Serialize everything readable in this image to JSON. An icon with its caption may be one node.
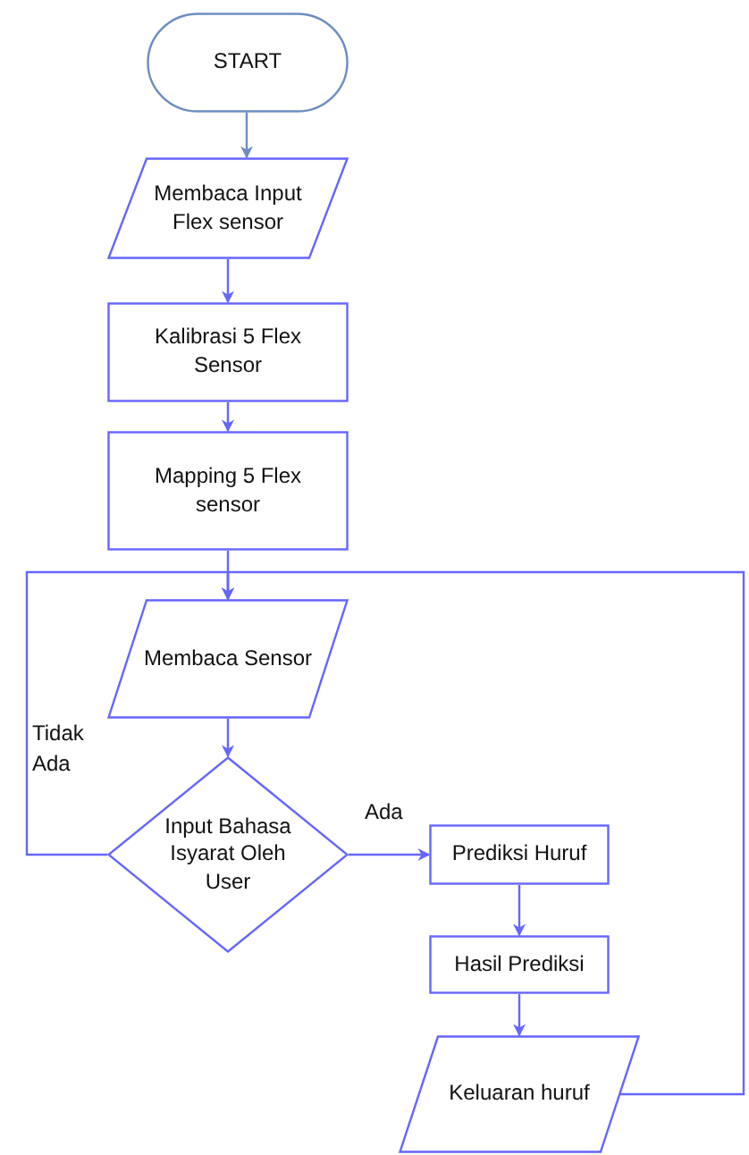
{
  "diagram": {
    "nodes": [
      {
        "text": [
          "START"
        ]
      },
      {
        "text": [
          "Membaca Input Flex sensor"
        ]
      },
      {
        "text": [
          "Kalibrasi 5 Flex Sensor"
        ]
      },
      {
        "text": [
          "Mapping 5 Flex sensor"
        ]
      },
      {
        "text": [
          "Membaca Sensor"
        ]
      },
      {
        "text": [
          "Input Bahasa Isyarat Oleh User"
        ]
      },
      {
        "text": [
          "Prediksi Huruf"
        ]
      },
      {
        "text": [
          "Hasil Prediksi"
        ]
      },
      {
        "text": [
          "Keluaran huruf"
        ]
      }
    ],
    "edges": [
      {
        "from": 0,
        "to": 1,
        "arrow": "to",
        "color": "#6c8ebf"
      },
      {
        "from": 1,
        "to": 2,
        "arrow": "to"
      },
      {
        "from": 2,
        "to": 3,
        "arrow": "to"
      },
      {
        "from": 3,
        "to": 4,
        "arrow": "to"
      },
      {
        "from": 5,
        "to": 4,
        "arrow": "to",
        "label": "Tidak Ada"
      },
      {
        "from": 4,
        "to": 5,
        "arrow": "to"
      },
      {
        "from": 5,
        "to": 6,
        "arrow": "to",
        "label": "Ada"
      },
      {
        "from": 6,
        "to": 7,
        "arrow": "to"
      },
      {
        "from": 7,
        "to": 8,
        "arrow": "to"
      },
      {
        "from": 8,
        "to": 4,
        "arrow": "to"
      }
    ]
  }
}
